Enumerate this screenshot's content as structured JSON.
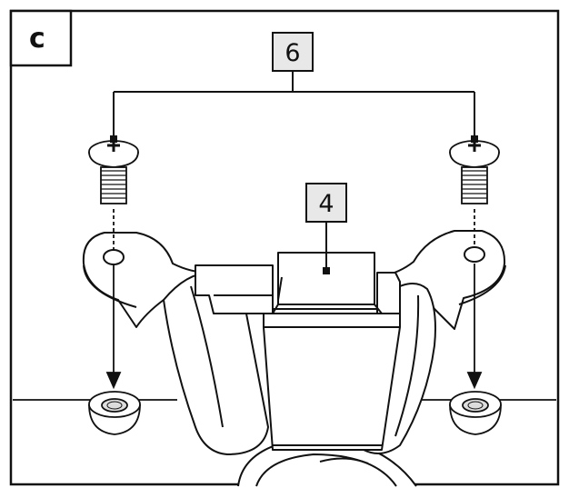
{
  "panel": {
    "letter": "c"
  },
  "callouts": [
    {
      "id": "screws",
      "label": "6"
    },
    {
      "id": "bracket",
      "label": "4"
    }
  ],
  "colors": {
    "line": "#111111",
    "callout_fill": "#e8e8e8",
    "background": "#ffffff"
  }
}
